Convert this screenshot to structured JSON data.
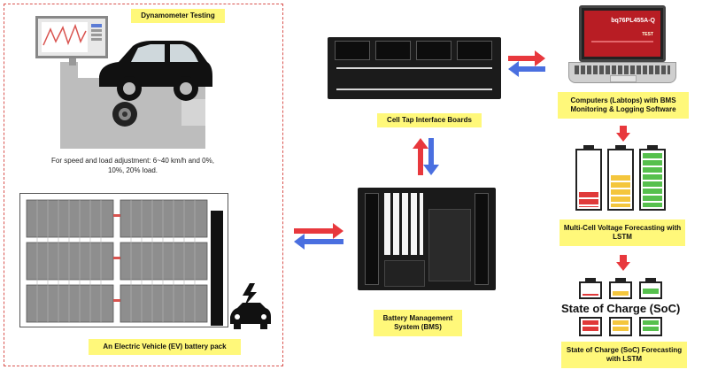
{
  "labels": {
    "dynamometer": "Dynamometer Testing",
    "ev_pack": "An Electric Vehicle (EV) battery pack",
    "cell_tap": "Cell Tap Interface Boards",
    "bms": "Battery Management System (BMS)",
    "computers": "Computers (Labtops) with BMS Monitoring & Logging Software",
    "voltage_forecast": "Multi-Cell Voltage Forecasting with LSTM",
    "soc_forecast": "State of Charge (SoC) Forecasting with LSTM"
  },
  "note": {
    "line1": "For speed and load adjustment: 6~40 km/h and 0%,",
    "line2": "10%, 20% load."
  },
  "laptop_screen": {
    "title": "bq76PL455A-Q",
    "subtitle": "TEST"
  },
  "soc_title": "State of Charge (SoC)",
  "colors": {
    "label_bg": "#fff87a",
    "arrow_red": "#e8383d",
    "arrow_blue": "#4a6fe0",
    "batt_red": "#e03a3a",
    "batt_yellow": "#f4c63d",
    "batt_green": "#56c04d"
  },
  "battery_levels": {
    "voltage": [
      0.25,
      0.55,
      0.92
    ],
    "soc": [
      0.15,
      0.3,
      0.5
    ]
  }
}
